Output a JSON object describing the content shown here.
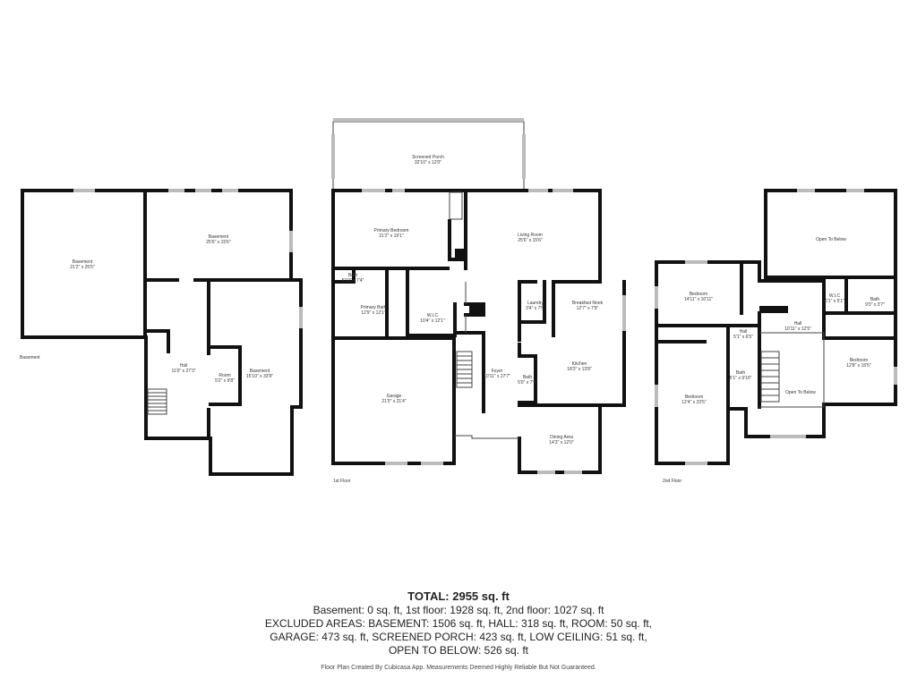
{
  "floors": {
    "basement": {
      "label": "Basement",
      "rooms": [
        {
          "name": "Basement",
          "size": "21'2\" x 25'5\""
        },
        {
          "name": "Basement",
          "size": "25'6\" x 15'6\""
        },
        {
          "name": "Hall",
          "size": "11'0\" x 27'3\""
        },
        {
          "name": "Room",
          "size": "5'2\" x 9'8\""
        },
        {
          "name": "Basement",
          "size": "15'10\" x 33'9\""
        }
      ]
    },
    "first": {
      "label": "1st Floor",
      "rooms": [
        {
          "name": "Screened Porch",
          "size": "32'10\" x 12'0\""
        },
        {
          "name": "Primary Bedroom",
          "size": "21'2\" x 19'1\""
        },
        {
          "name": "Living Room",
          "size": "25'6\" x 15'6\""
        },
        {
          "name": "Bath",
          "size": "5'10\" x 7'4\""
        },
        {
          "name": "Primary Bath",
          "size": "12'9\" x 12'1\""
        },
        {
          "name": "W.I.C",
          "size": "10'4\" x 12'1\""
        },
        {
          "name": "Laundry",
          "size": "3'4\" x 7'5\""
        },
        {
          "name": "Breakfast Nook",
          "size": "12'7\" x 7'9\""
        },
        {
          "name": "Garage",
          "size": "21'0\" x 21'4\""
        },
        {
          "name": "Foyer",
          "size": "10'11\" x 27'7\""
        },
        {
          "name": "Bath",
          "size": "5'0\" x 7'9\""
        },
        {
          "name": "Kitchen",
          "size": "18'3\" x 13'8\""
        },
        {
          "name": "Dining Area",
          "size": "14'3\" x 12'0\""
        }
      ]
    },
    "second": {
      "label": "2nd Floor",
      "rooms": [
        {
          "name": "Open To Below",
          "size": ""
        },
        {
          "name": "Bedroom",
          "size": "14'11\" x 10'11\""
        },
        {
          "name": "W.I.C",
          "size": "6'1\" x 5'1\""
        },
        {
          "name": "Bath",
          "size": "9'3\" x 3'7\""
        },
        {
          "name": "Hall",
          "size": "5'1\" x 6'5\""
        },
        {
          "name": "Hall",
          "size": "10'11\" x 12'5\""
        },
        {
          "name": "Bath",
          "size": "5'1\" x 9'10\""
        },
        {
          "name": "Bedroom",
          "size": "12'4\" x 23'5\""
        },
        {
          "name": "Open To Below",
          "size": ""
        },
        {
          "name": "Bedroom",
          "size": "12'8\" x 15'5\""
        }
      ]
    }
  },
  "summary": {
    "total": "TOTAL: 2955 sq. ft",
    "lines": [
      "Basement: 0 sq. ft, 1st floor: 1928 sq. ft, 2nd floor: 1027 sq. ft",
      "EXCLUDED AREAS: BASEMENT: 1506 sq. ft, HALL: 318 sq. ft, ROOM: 50 sq. ft,",
      "GARAGE: 473 sq. ft, SCREENED PORCH: 423 sq. ft, LOW CEILING: 51 sq. ft,",
      "OPEN TO BELOW: 526 sq. ft"
    ],
    "footer": "Floor Plan Created By Cubicasa App. Measurements Deemed Highly Reliable But Not Guaranteed."
  }
}
